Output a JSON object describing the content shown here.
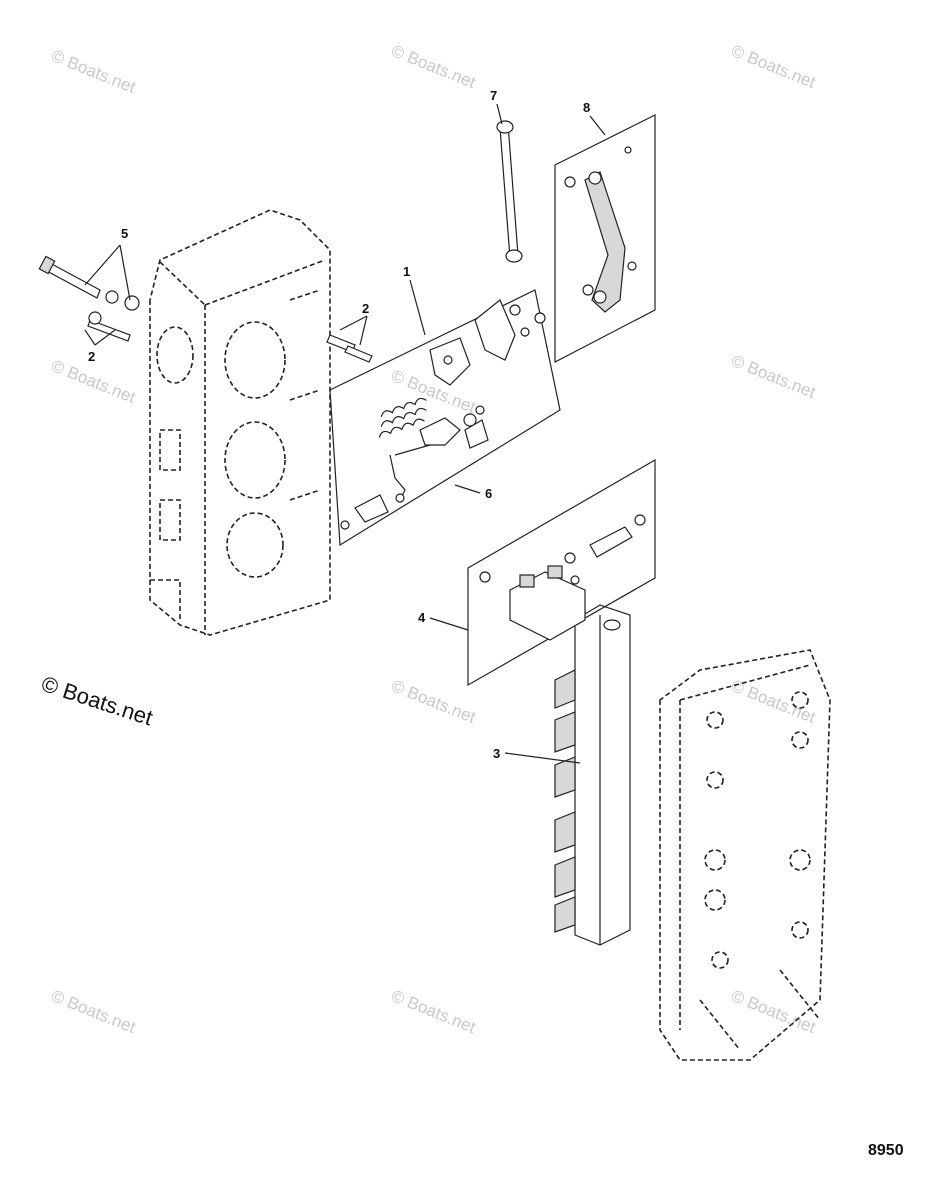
{
  "watermark_text": "© Boats.net",
  "figure_number": "8950",
  "callouts": {
    "c1": "1",
    "c2a": "2",
    "c2b": "2",
    "c3": "3",
    "c4": "4",
    "c5": "5",
    "c6": "6",
    "c7": "7",
    "c8": "8"
  },
  "colors": {
    "line": "#222222",
    "watermark": "#c9c9c9",
    "background": "#ffffff"
  }
}
